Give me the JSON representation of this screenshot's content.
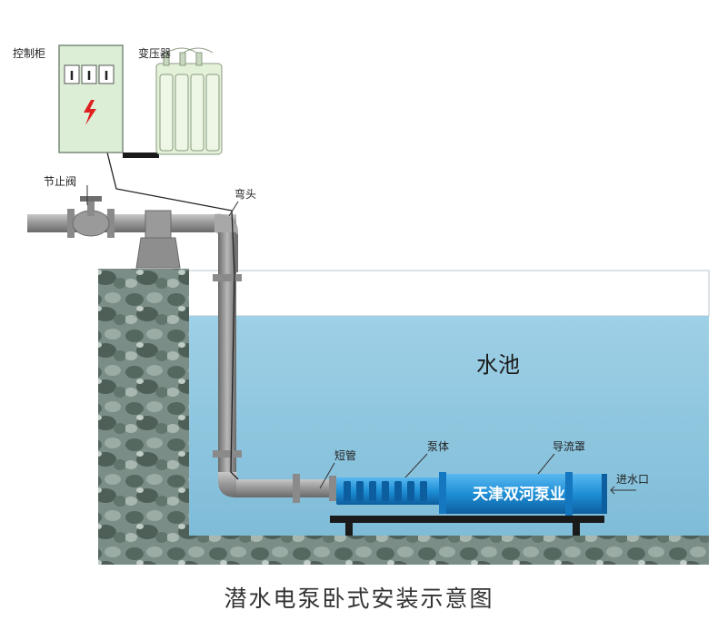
{
  "labels": {
    "control_cabinet": "控制柜",
    "transformer": "变压器",
    "check_valve": "节止阀",
    "elbow": "弯头",
    "pool": "水池",
    "short_pipe": "短管",
    "pump_body": "泵体",
    "flow_guide": "导流罩",
    "water_inlet": "进水口",
    "brand_text": "天津双河泵业"
  },
  "caption": "潜水电泵卧式安装示意图",
  "colors": {
    "water": "#8cc6e0",
    "pipe": "#9a9a9a",
    "pump_blue": "#1e8fd6",
    "cabinet": "#dcefd6",
    "transformer": "#e3f1d8",
    "lightning": "#e02020"
  }
}
